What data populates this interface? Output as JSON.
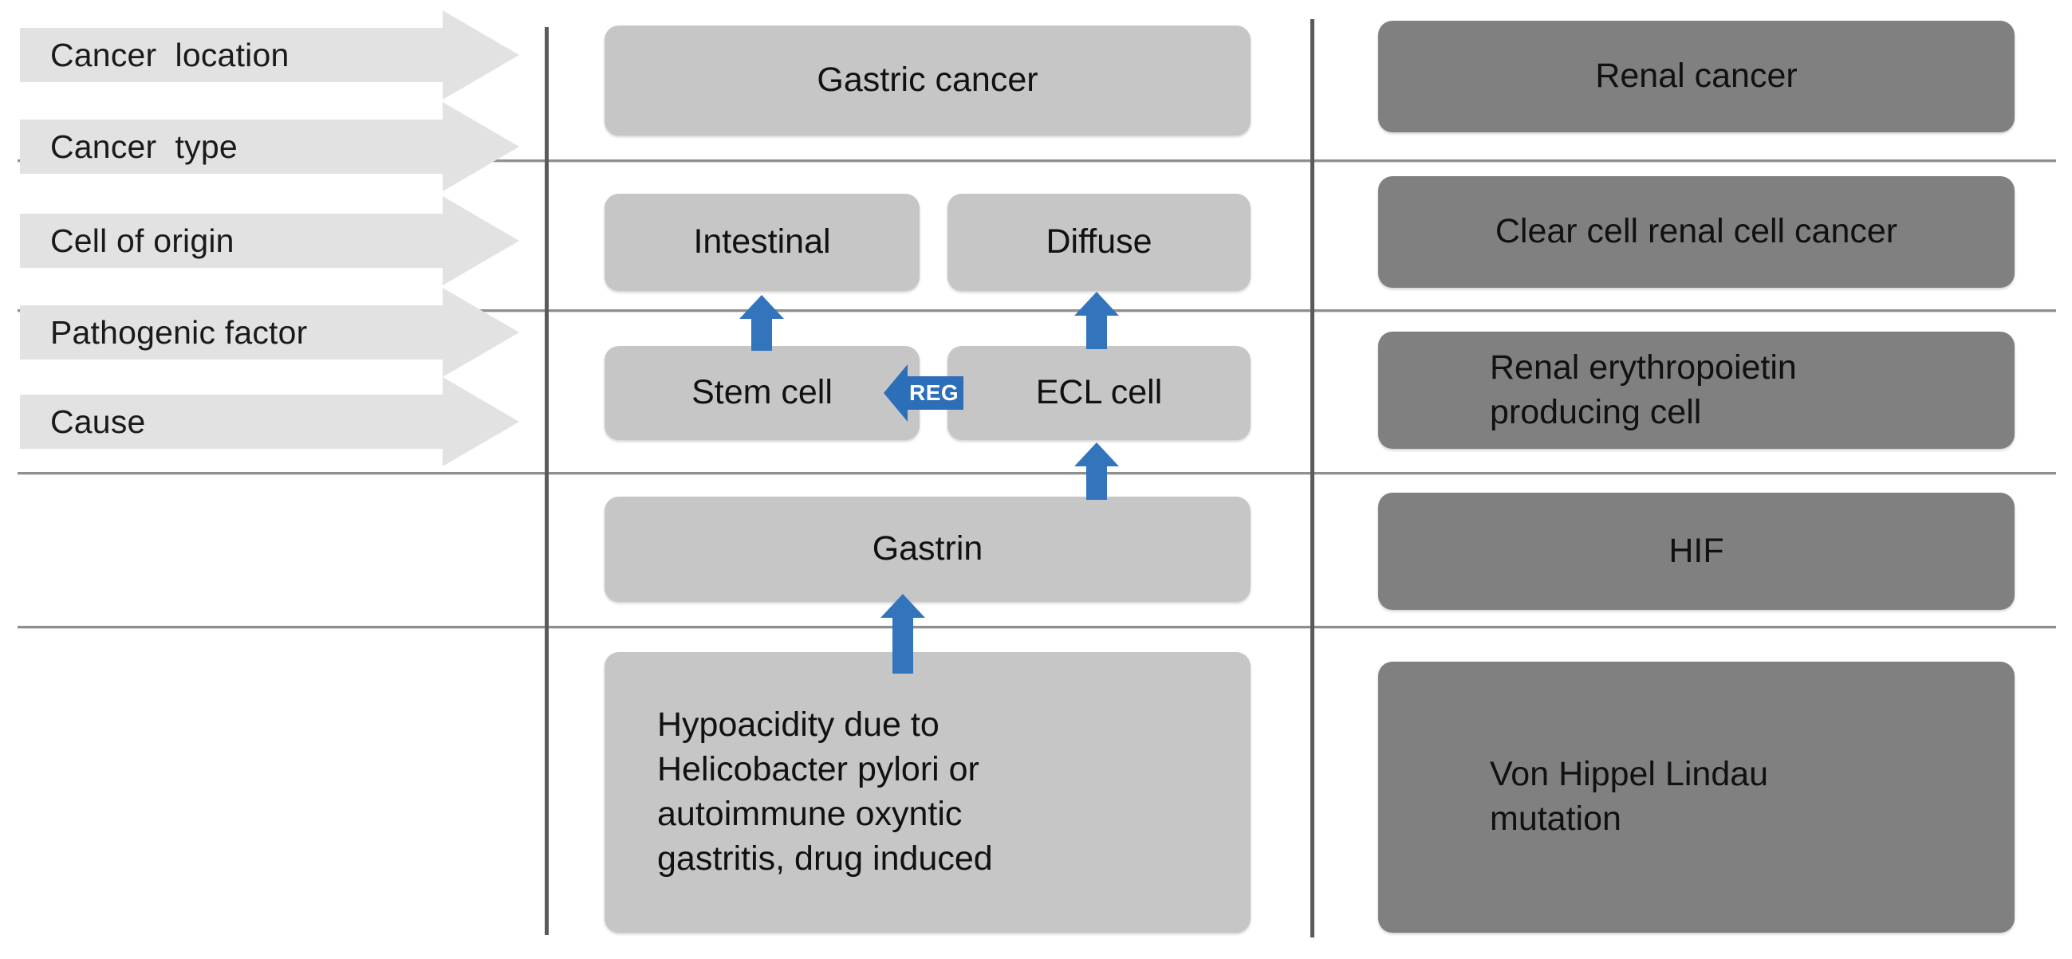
{
  "diagram": {
    "title": "Comparison of gastric cancer and renal cancer pathogenesis",
    "colors": {
      "label_arrow_fill": "#e2e2e2",
      "middle_box_fill": "#c6c6c6",
      "right_box_fill": "#808080",
      "blue_arrow": "#3275bd",
      "divider_horizontal": "#8f8f8f",
      "divider_vertical": "#5a5a5a",
      "text_dark": "#111111",
      "text_light": "#ffffff"
    }
  },
  "row_labels": [
    {
      "id": "cancer-location",
      "text": "Cancer  location"
    },
    {
      "id": "cancer-type",
      "text": "Cancer  type"
    },
    {
      "id": "cell-of-origin",
      "text": "Cell of origin"
    },
    {
      "id": "pathogenic-factor",
      "text": "Pathogenic factor"
    },
    {
      "id": "cause",
      "text": "Cause"
    }
  ],
  "gastric_column": {
    "cancer_location": "Gastric cancer",
    "cancer_type_intestinal": "Intestinal",
    "cancer_type_diffuse": "Diffuse",
    "cell_stem": "Stem cell",
    "cell_ecl": "ECL cell",
    "pathogenic_factor": "Gastrin",
    "cause": "Hypoacidity due to\nHelicobacter pylori or\nautoimmune oxyntic\ngastritis, drug induced"
  },
  "renal_column": {
    "cancer_location": "Renal  cancer",
    "cancer_type": "Clear cell renal cell cancer",
    "cell_of_origin": "Renal erythropoietin\nproducing cell",
    "pathogenic_factor": "HIF",
    "cause": "Von Hippel Lindau\nmutation"
  },
  "connectors": {
    "reg_label": "REG"
  }
}
